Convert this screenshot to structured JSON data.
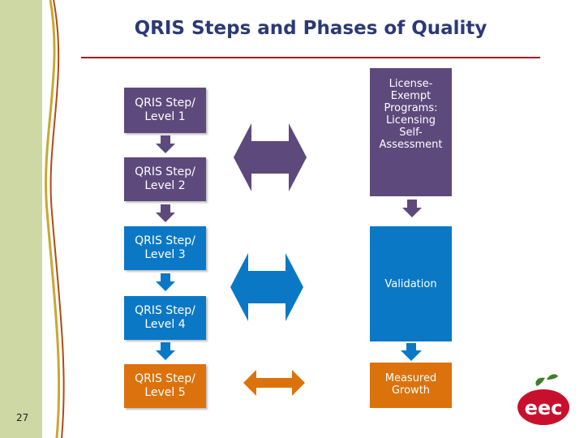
{
  "title": "QRIS Steps and Phases of Quality",
  "levels": [
    {
      "label": "QRIS Step/ Level 1"
    },
    {
      "label": "QRIS Step/ Level 2"
    },
    {
      "label": "QRIS Step/ Level 3"
    },
    {
      "label": "QRIS Step/ Level 4"
    },
    {
      "label": "QRIS Step/ Level 5"
    }
  ],
  "phases": [
    {
      "label": "License-Exempt Programs: Licensing Self-Assessment"
    },
    {
      "label": "Validation"
    },
    {
      "label": "Measured Growth"
    }
  ],
  "page_number": "27",
  "logo_text": "eec",
  "colors": {
    "purple": "#5e497c",
    "blue": "#0b78c6",
    "orange": "#dc720c",
    "title": "#2b3a76",
    "rule": "#a51c24",
    "sidebar": "#cdd8a4"
  }
}
